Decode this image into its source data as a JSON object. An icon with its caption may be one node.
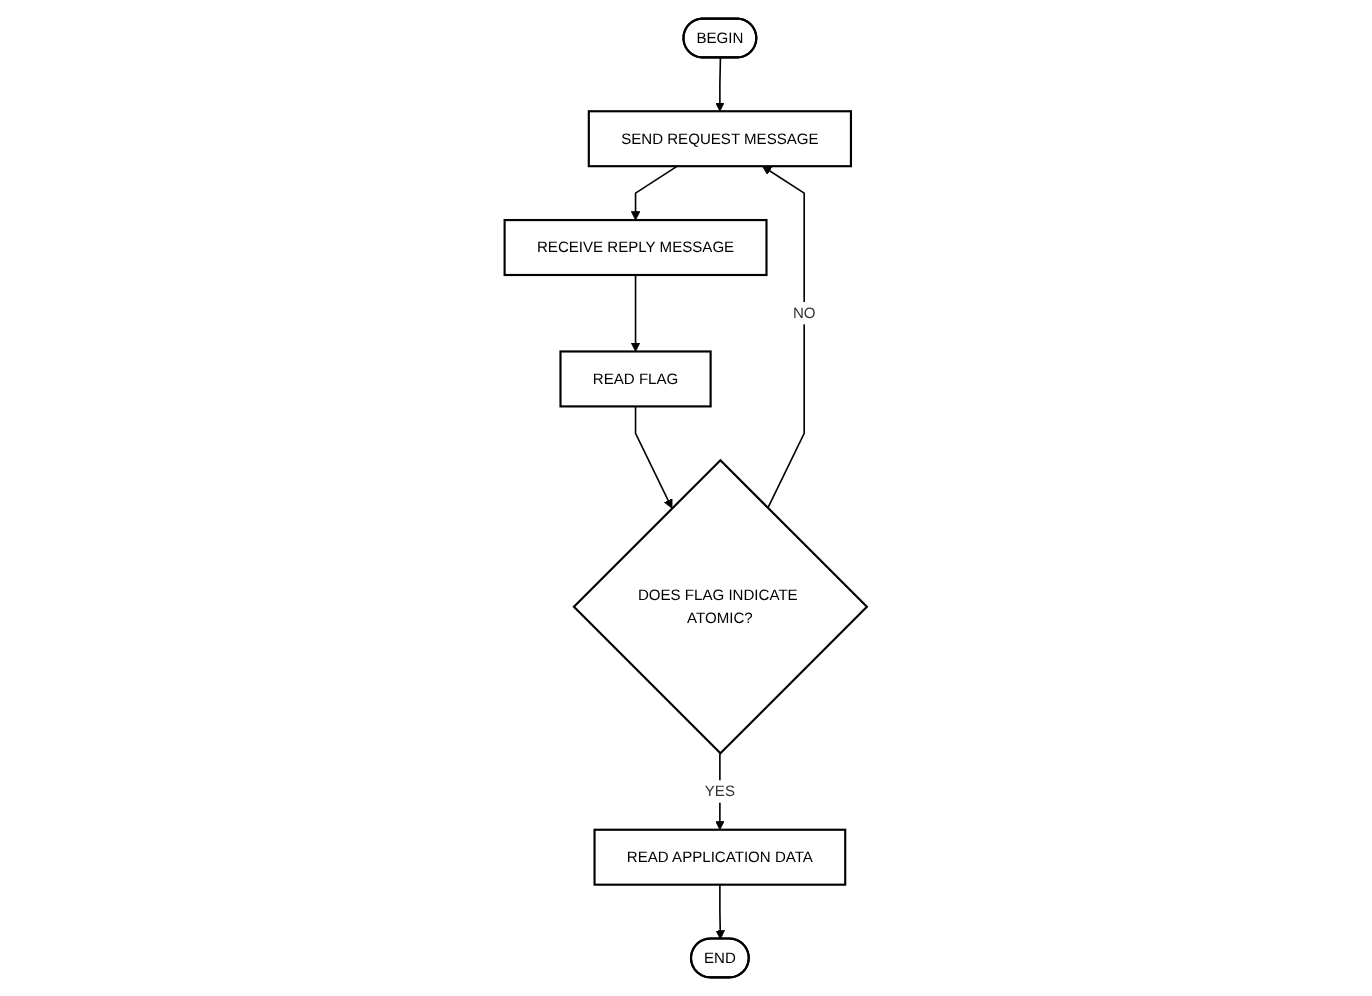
{
  "diagram": {
    "nodes": [
      {
        "text": [
          "BEGIN"
        ]
      },
      {
        "text": [
          "SEND REQUEST MESSAGE"
        ]
      },
      {
        "text": [
          "RECEIVE REPLY MESSAGE"
        ]
      },
      {
        "text": [
          "READ FLAG"
        ]
      },
      {
        "text": [
          "DOES FLAG INDICATE ATOMIC?"
        ]
      },
      {
        "text": [
          "READ APPLICATION DATA"
        ]
      },
      {
        "text": [
          "END"
        ]
      }
    ],
    "edges": [
      {
        "from": 0,
        "to": 1,
        "arrow": "to"
      },
      {
        "from": 1,
        "to": 2,
        "arrow": "to"
      },
      {
        "from": 2,
        "to": 3,
        "arrow": "to"
      },
      {
        "from": 3,
        "to": 4,
        "arrow": "to"
      },
      {
        "from": 4,
        "to": 1,
        "arrow": "to",
        "label": "NO"
      },
      {
        "from": 4,
        "to": 5,
        "arrow": "to",
        "label": "YES"
      },
      {
        "from": 5,
        "to": 6,
        "arrow": "to"
      }
    ]
  }
}
